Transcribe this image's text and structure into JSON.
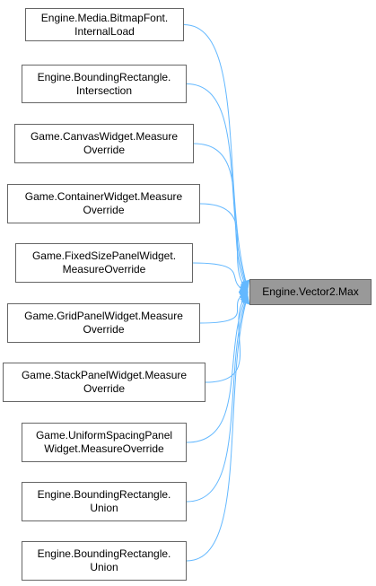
{
  "target": {
    "label": "Engine.Vector2.Max"
  },
  "callers": [
    {
      "line1": "Engine.Media.BitmapFont.",
      "line2": "InternalLoad"
    },
    {
      "line1": "Engine.BoundingRectangle.",
      "line2": "Intersection"
    },
    {
      "line1": "Game.CanvasWidget.Measure",
      "line2": "Override"
    },
    {
      "line1": "Game.ContainerWidget.Measure",
      "line2": "Override"
    },
    {
      "line1": "Game.FixedSizePanelWidget.",
      "line2": "MeasureOverride"
    },
    {
      "line1": "Game.GridPanelWidget.Measure",
      "line2": "Override"
    },
    {
      "line1": "Game.StackPanelWidget.Measure",
      "line2": "Override"
    },
    {
      "line1": "Game.UniformSpacingPanel",
      "line2": "Widget.MeasureOverride"
    },
    {
      "line1": "Engine.BoundingRectangle.",
      "line2": "Union"
    },
    {
      "line1": "Engine.BoundingRectangle.",
      "line2": "Union"
    }
  ],
  "colors": {
    "edge": "#63b8ff",
    "node_border": "#666666",
    "target_fill": "#999999"
  }
}
